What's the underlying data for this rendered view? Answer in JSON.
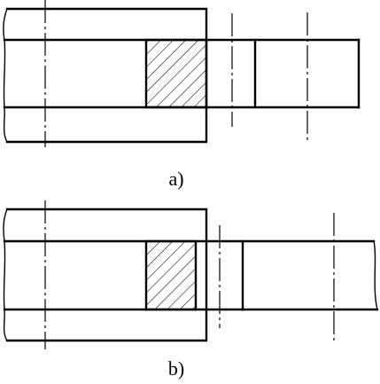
{
  "figures": [
    {
      "id": "a",
      "caption": "a)"
    },
    {
      "id": "b",
      "caption": "b)"
    }
  ]
}
